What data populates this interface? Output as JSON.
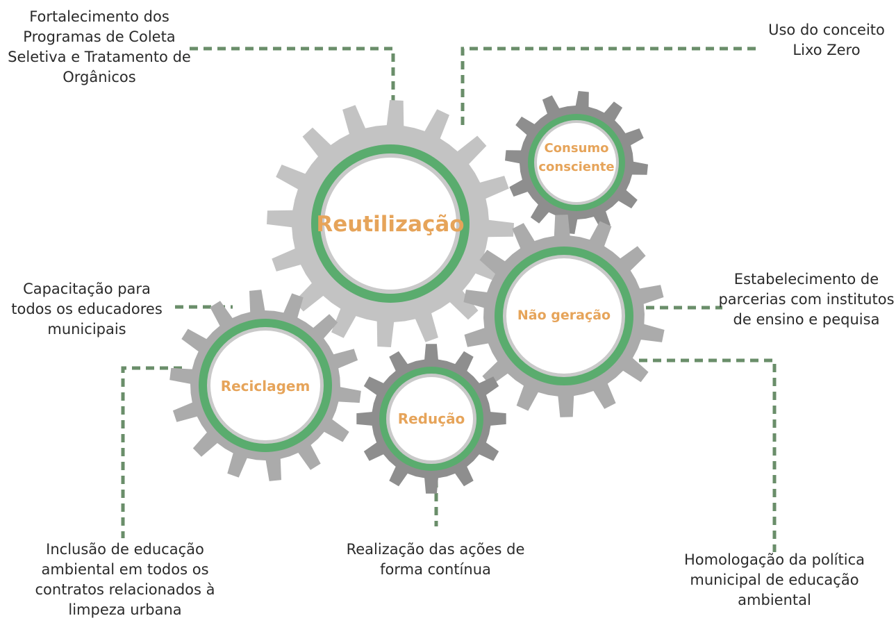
{
  "colors": {
    "accent_green": "#5aac6e",
    "gear_light": "#c3c3c3",
    "gear_medium": "#ababab",
    "gear_dark": "#8e8e8e",
    "label_orange": "#e6a45a",
    "connector_green": "#6a8e6a",
    "text": "#2a2a2a"
  },
  "gears": {
    "reutilizacao": "Reutilização",
    "consumo": [
      "Consumo",
      "consciente"
    ],
    "nao_geracao": "Não geração",
    "reciclagem": "Reciclagem",
    "reducao": "Redução"
  },
  "annotations": {
    "fortalecimento": "Fortalecimento dos\nProgramas de Coleta\nSeletiva e Tratamento de\nOrgânicos",
    "lixo_zero": "Uso do conceito\nLixo Zero",
    "capacitacao": "Capacitação para\ntodos os educadores\nmunicipais",
    "parcerias": "Estabelecimento de\nparcerias com institutos\nde ensino e pequisa",
    "inclusao": "Inclusão de educação\nambiental em todos os\ncontratos relacionados à\nlimpeza urbana",
    "realizacao": "Realização das ações de\nforma contínua",
    "homologacao": "Homologação da política\nmunicipal de educação\nambiental"
  }
}
